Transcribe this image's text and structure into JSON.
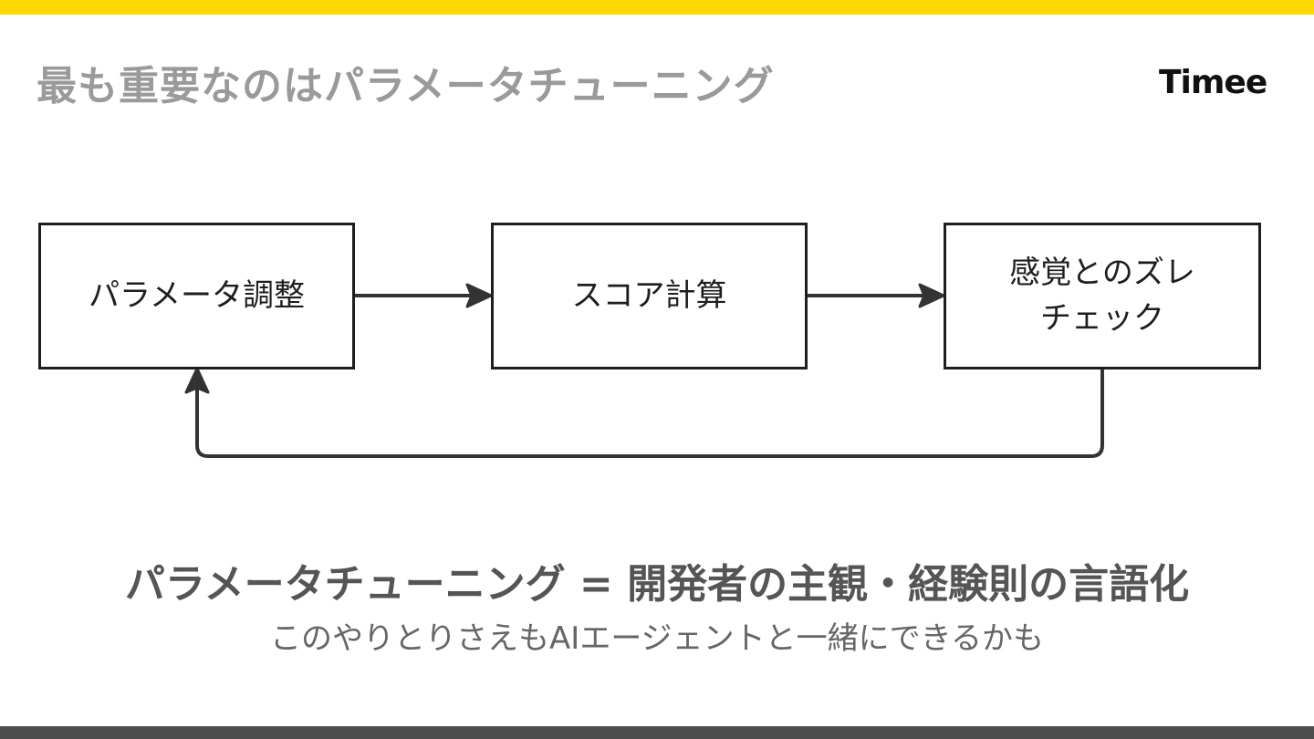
{
  "header": {
    "title": "最も重要なのはパラメータチューニング",
    "logo_text": "Timee"
  },
  "diagram": {
    "nodes": [
      {
        "id": "param",
        "lines": [
          "パラメータ調整"
        ]
      },
      {
        "id": "score",
        "lines": [
          "スコア計算"
        ]
      },
      {
        "id": "check",
        "lines": [
          "感覚とのズレ",
          "チェック"
        ]
      }
    ],
    "edges": [
      {
        "from": "param",
        "to": "score"
      },
      {
        "from": "score",
        "to": "check"
      },
      {
        "from": "check",
        "to": "param"
      }
    ]
  },
  "footer": {
    "headline": "パラメータチューニング = 開発者の主観・経験則の言語化",
    "subline": "このやりとりさえもAIエージェントと一緒にできるかも"
  },
  "colors": {
    "accent_bar": "#FFD900",
    "bottom_bar": "#4d4d4d",
    "title": "#9a9a9a",
    "stroke": "#1e1e1e"
  }
}
